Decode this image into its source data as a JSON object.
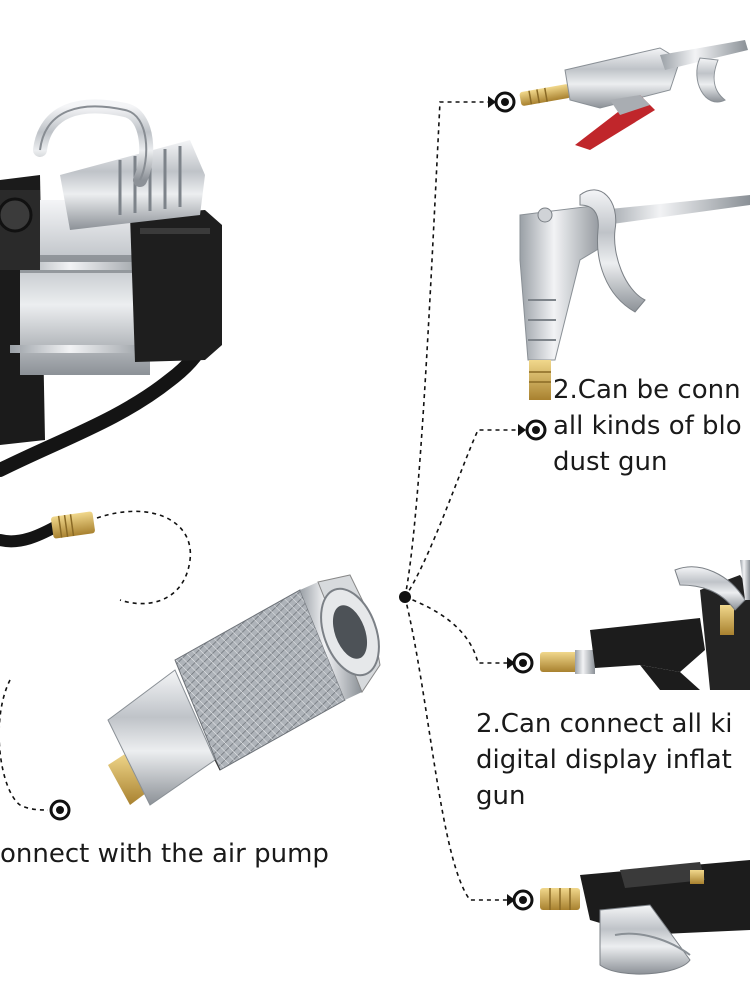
{
  "captions": {
    "pump": "onnect with the air pump",
    "blow_gun": "2.Can be conn\nall kinds of blo\ndust gun",
    "digital_gun": "2.Can connect all ki\ndigital display inflat\ngun"
  },
  "colors": {
    "line": "#111111",
    "marker": "#111111",
    "chrome": "#c8cbd0",
    "black_part": "#1b1b1b",
    "brass": "#c9a24a",
    "red_handle": "#c0262b",
    "background": "#ffffff"
  },
  "objects": {
    "compressor": "air-compressor-image",
    "coupler": "quick-coupler-image",
    "tools": [
      "blow-gun-long-nozzle",
      "blow-gun-classic",
      "tire-inflator-gun",
      "spray-gun"
    ]
  }
}
